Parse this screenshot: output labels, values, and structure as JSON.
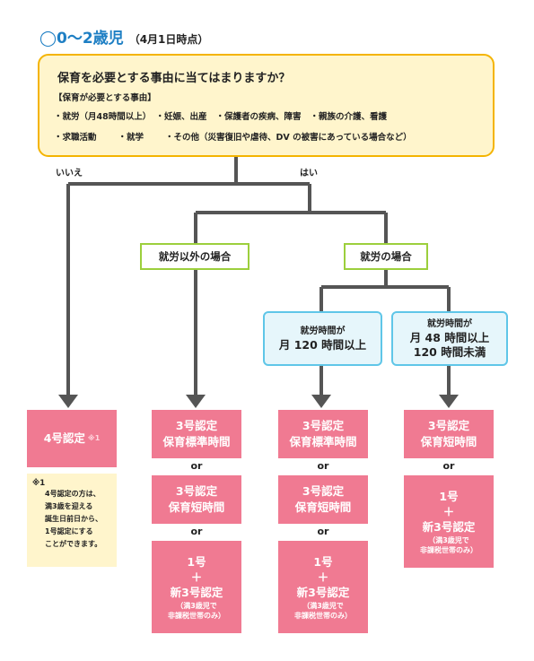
{
  "header": {
    "title": "◯0〜2歳児",
    "subtitle": "（4月1日時点）"
  },
  "question": {
    "text": "保育を必要とする事由に当てはまりますか？",
    "bracket": "【保育が必要とする事由】",
    "row1": [
      "・就労（月48時間以上）",
      "・妊娠、出産",
      "・保護者の疾病、障害",
      "・親族の介護、看護"
    ],
    "row2": [
      "・求職活動",
      "・就学",
      "・その他（災害復旧や虐待、DV の被害にあっている場合など）"
    ]
  },
  "branches": {
    "no": "いいえ",
    "yes": "はい"
  },
  "categories": {
    "non_work": "就労以外の場合",
    "work": "就労の場合"
  },
  "hours": {
    "over120": {
      "line1": "就労時間が",
      "line2": "月 120 時間以上"
    },
    "between": {
      "line1": "就労時間が",
      "line2": "月 48 時間以上",
      "line3": "120 時間未満"
    }
  },
  "results": {
    "cert4": {
      "label": "4号認定",
      "mark": "※1"
    },
    "cert3_standard": {
      "line1": "3号認定",
      "line2": "保育標準時間"
    },
    "cert3_short": {
      "line1": "3号認定",
      "line2": "保育短時間"
    },
    "cert1_new3": {
      "line1": "1号",
      "plus": "＋",
      "line2": "新3号認定",
      "note1": "（満3歳児で",
      "note2": "非課税世帯のみ）"
    },
    "cert1_new3_alt": {
      "note1": "（満3歳児で",
      "note2": "非課税世帯のみ）"
    }
  },
  "or_label": "or",
  "footnote": {
    "mark": "※1",
    "lines": [
      "4号認定の方は、",
      "満3歳を迎える",
      "誕生日前日から、",
      "1号認定にする",
      "ことができます。"
    ]
  },
  "colors": {
    "accent_blue": "#1e7fc4",
    "pink": "#f07a92",
    "yellow_border": "#f4b400",
    "green_border": "#9ccf3c",
    "cyan_border": "#5fc6e8"
  }
}
